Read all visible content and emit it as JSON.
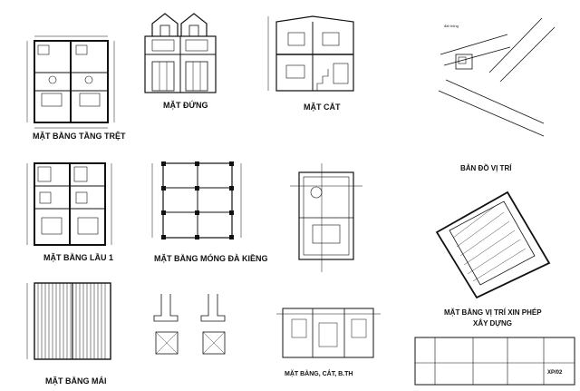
{
  "titles": {
    "ground_floor": "MẶT BẰNG TẦNG TRỆT",
    "elevation": "MẶT ĐỨNG",
    "section": "MẶT CẮT",
    "site_map": "BẢN ĐỒ VỊ TRÍ",
    "upper_floor": "MẶT BẰNG LẦU 1",
    "foundation": "MẶT BẰNG MÓNG ĐÀ KIỀNG",
    "site_plan": "MẶT BẰNG VỊ TRÍ XIN PHÉP",
    "site_plan_line2": "XÂY DỰNG",
    "roof": "MẶT BẰNG MÁI",
    "septic": "MẶT BẰNG, CẮT, B.TH"
  },
  "title_block": {
    "sheet_code": "XP/02"
  }
}
